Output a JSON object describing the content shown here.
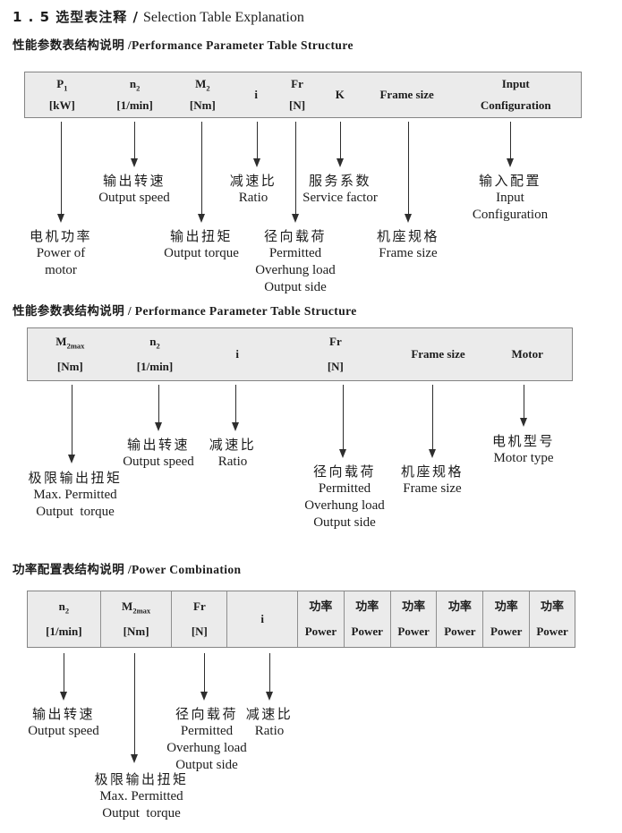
{
  "title": {
    "zh": "1 . 5 选型表注释 /",
    "en": "Selection Table Explanation"
  },
  "sections": [
    {
      "heading": "性能参数表结构说明 /Performance Parameter Table Structure",
      "columns": [
        {
          "line1": "P",
          "sub": "1",
          "line2": "[kW]"
        },
        {
          "line1": "n",
          "sub": "2",
          "line2": "[1/min]"
        },
        {
          "line1": "M",
          "sub": "2",
          "line2": "[Nm]"
        },
        {
          "line1": "i"
        },
        {
          "line1": "Fr",
          "line2": "[N]"
        },
        {
          "line1": "K"
        },
        {
          "line1": "Frame size"
        },
        {
          "line1": "Input",
          "line2": "Configuration"
        }
      ],
      "labels": {
        "power_of_motor": {
          "zh": "电机功率",
          "en": [
            "Power of",
            "motor"
          ]
        },
        "output_speed": {
          "zh": "输出转速",
          "en": [
            "Output speed"
          ]
        },
        "output_torque": {
          "zh": "输出扭矩",
          "en": [
            "Output torque"
          ]
        },
        "ratio": {
          "zh": "减速比",
          "en": [
            "Ratio"
          ]
        },
        "overhung_load": {
          "zh": "径向载荷",
          "en": [
            "Permitted",
            "Overhung load",
            "Output side"
          ]
        },
        "service_factor": {
          "zh": "服务系数",
          "en": [
            "Service factor"
          ]
        },
        "frame_size": {
          "zh": "机座规格",
          "en": [
            "Frame size"
          ]
        },
        "input_configuration": {
          "zh": "输入配置",
          "en": [
            "Input",
            "Configuration"
          ]
        }
      }
    },
    {
      "heading": "性能参数表结构说明 / Performance Parameter Table Structure",
      "columns": [
        {
          "line1": "M",
          "sub": "2max",
          "line2": "[Nm]"
        },
        {
          "line1": "n",
          "sub": "2",
          "line2": "[1/min]"
        },
        {
          "line1": "i"
        },
        {
          "line1": "Fr",
          "line2": "[N]"
        },
        {
          "line1": "Frame size"
        },
        {
          "line1": "Motor"
        }
      ],
      "labels": {
        "max_output_torque": {
          "zh": "极限输出扭矩",
          "en": [
            "Max. Permitted",
            "Output  torque"
          ]
        },
        "output_speed": {
          "zh": "输出转速",
          "en": [
            "Output speed"
          ]
        },
        "ratio": {
          "zh": "减速比",
          "en": [
            "Ratio"
          ]
        },
        "overhung_load": {
          "zh": "径向载荷",
          "en": [
            "Permitted",
            "Overhung load",
            "Output side"
          ]
        },
        "frame_size": {
          "zh": "机座规格",
          "en": [
            "Frame size"
          ]
        },
        "motor_type": {
          "zh": "电机型号",
          "en": [
            "Motor type"
          ]
        }
      }
    },
    {
      "heading": "功率配置表结构说明 /Power Combination",
      "columns": [
        {
          "line1": "n",
          "sub": "2",
          "line2": "[1/min]"
        },
        {
          "line1": "M",
          "sub": "2max",
          "line2": "[Nm]"
        },
        {
          "line1": "Fr",
          "line2": "[N]"
        },
        {
          "line1": "i"
        },
        {
          "line1": "功率",
          "line2": "Power"
        },
        {
          "line1": "功率",
          "line2": "Power"
        },
        {
          "line1": "功率",
          "line2": "Power"
        },
        {
          "line1": "功率",
          "line2": "Power"
        },
        {
          "line1": "功率",
          "line2": "Power"
        },
        {
          "line1": "功率",
          "line2": "Power"
        }
      ],
      "labels": {
        "output_speed": {
          "zh": "输出转速",
          "en": [
            "Output speed"
          ]
        },
        "max_output_torque": {
          "zh": "极限输出扭矩",
          "en": [
            "Max. Permitted",
            "Output  torque"
          ]
        },
        "overhung_load": {
          "zh": "径向载荷",
          "en": [
            "Permitted",
            "Overhung load",
            "Output side"
          ]
        },
        "ratio": {
          "zh": "减速比",
          "en": [
            "Ratio"
          ]
        }
      }
    }
  ]
}
